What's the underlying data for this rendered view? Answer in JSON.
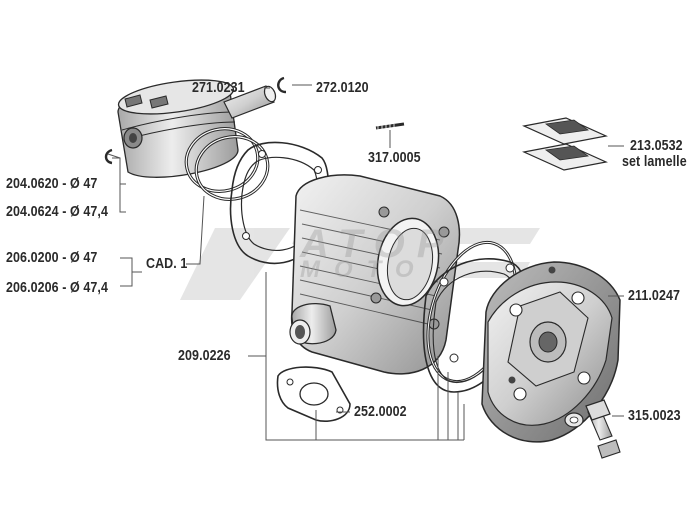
{
  "labels": {
    "pin": "271.0231",
    "clip_top": "272.0120",
    "piston_47": "204.0620 - Ø 47",
    "piston_474": "204.0624 - Ø 47,4",
    "rings_47": "206.0200 - Ø 47",
    "rings_474": "206.0206 - Ø 47,4",
    "cad": "CAD. 1",
    "stud": "317.0005",
    "reeds": "213.0532",
    "reeds_sub": "set lamelle",
    "head": "211.0247",
    "cylinder_kit": "209.0226",
    "intake_gasket": "252.0002",
    "bolt": "315.0023"
  },
  "watermark": {
    "line1": "ATOP",
    "line2": "MOTO"
  },
  "colors": {
    "ink": "#2a2a2a",
    "part_fill": "#d4d4d4",
    "part_shadow": "#9a9a9a",
    "leader": "#555555",
    "watermark": "#b5b5b5"
  }
}
